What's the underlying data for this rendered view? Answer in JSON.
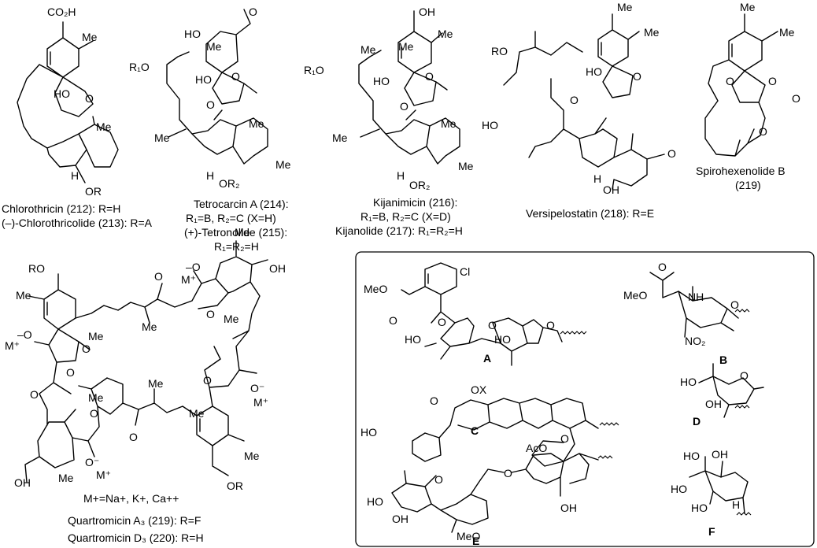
{
  "captions": {
    "c212": "Chlorothricin (212): R=H",
    "c213": "(–)-Chlorothricolide (213): R=A",
    "c214a": "Tetrocarcin A (214):",
    "c214b": "R₁=B, R₂=C (X=H)",
    "c215a": "(+)-Tetronolide (215):",
    "c215b": "R₁=R₂=H",
    "c216a": "Kijanimicin (216):",
    "c216b": "R₁=B, R₂=C (X=D)",
    "c217": "Kijanolide (217): R₁=R₂=H",
    "c218": "Versipelostatin (218): R=E",
    "c219a": "Spirohexenolide B",
    "c219b": "(219)",
    "counterions": "M+=Na+, K+, Ca++",
    "q219": "Quartromicin A₃ (219): R=F",
    "q220": "Quartromicin D₃ (220): R=H"
  },
  "atoms": {
    "co2h": "CO₂H",
    "me": "Me",
    "ho": "HO",
    "oh": "OH",
    "o": "O",
    "h": "H",
    "or": "OR",
    "or2": "OR₂",
    "r1o": "R₁O",
    "ro": "RO",
    "o_minus": "–O",
    "m_plus": "M⁺",
    "o_minus_r": "O⁻",
    "meo": "MeO",
    "cl": "Cl",
    "nh": "NH",
    "no2": "NO₂",
    "aco": "AcO",
    "ox": "OX"
  },
  "sugar_labels": {
    "A": "A",
    "B": "B",
    "C": "C",
    "D": "D",
    "E": "E",
    "F": "F"
  }
}
